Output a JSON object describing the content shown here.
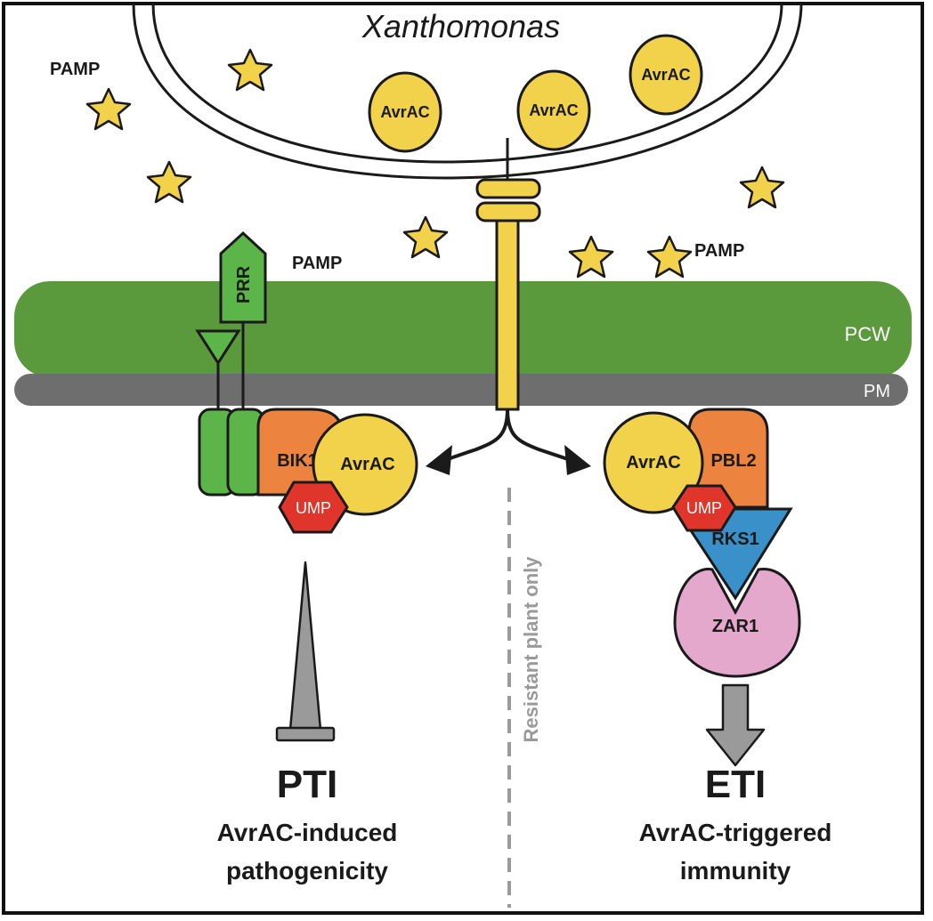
{
  "bacterium": {
    "name": "Xanthomonas"
  },
  "effector_inside": [
    "AvrAC",
    "AvrAC",
    "AvrAC"
  ],
  "pamp_labels": [
    "PAMP",
    "PAMP",
    "PAMP"
  ],
  "membranes": {
    "cell_wall": "PCW",
    "plasma_membrane": "PM"
  },
  "receptor": {
    "name": "PRR"
  },
  "left_complex": {
    "kinase": "BIK1",
    "effector": "AvrAC",
    "modification": "UMP"
  },
  "right_complex": {
    "effector": "AvrAC",
    "kinase": "PBL2",
    "modification": "UMP",
    "pseudokinase": "RKS1",
    "nlr": "ZAR1"
  },
  "divider_label": "Resistant plant only",
  "pti": {
    "title": "PTI",
    "line1": "AvrAC-induced",
    "line2": "pathogenicity"
  },
  "eti": {
    "title": "ETI",
    "line1": "AvrAC-triggered",
    "line2": "immunity"
  },
  "colors": {
    "cell_wall": "#5a9a3c",
    "plasma_membrane": "#6e6e6e",
    "effector_yellow": "#f2d24a",
    "receptor_green": "#5bb548",
    "kinase_orange": "#ec8440",
    "ump_red": "#e0352a",
    "rks1_blue": "#3a90c8",
    "zar1_pink": "#e3a8cb",
    "arrow_gray": "#9a9a9a"
  }
}
